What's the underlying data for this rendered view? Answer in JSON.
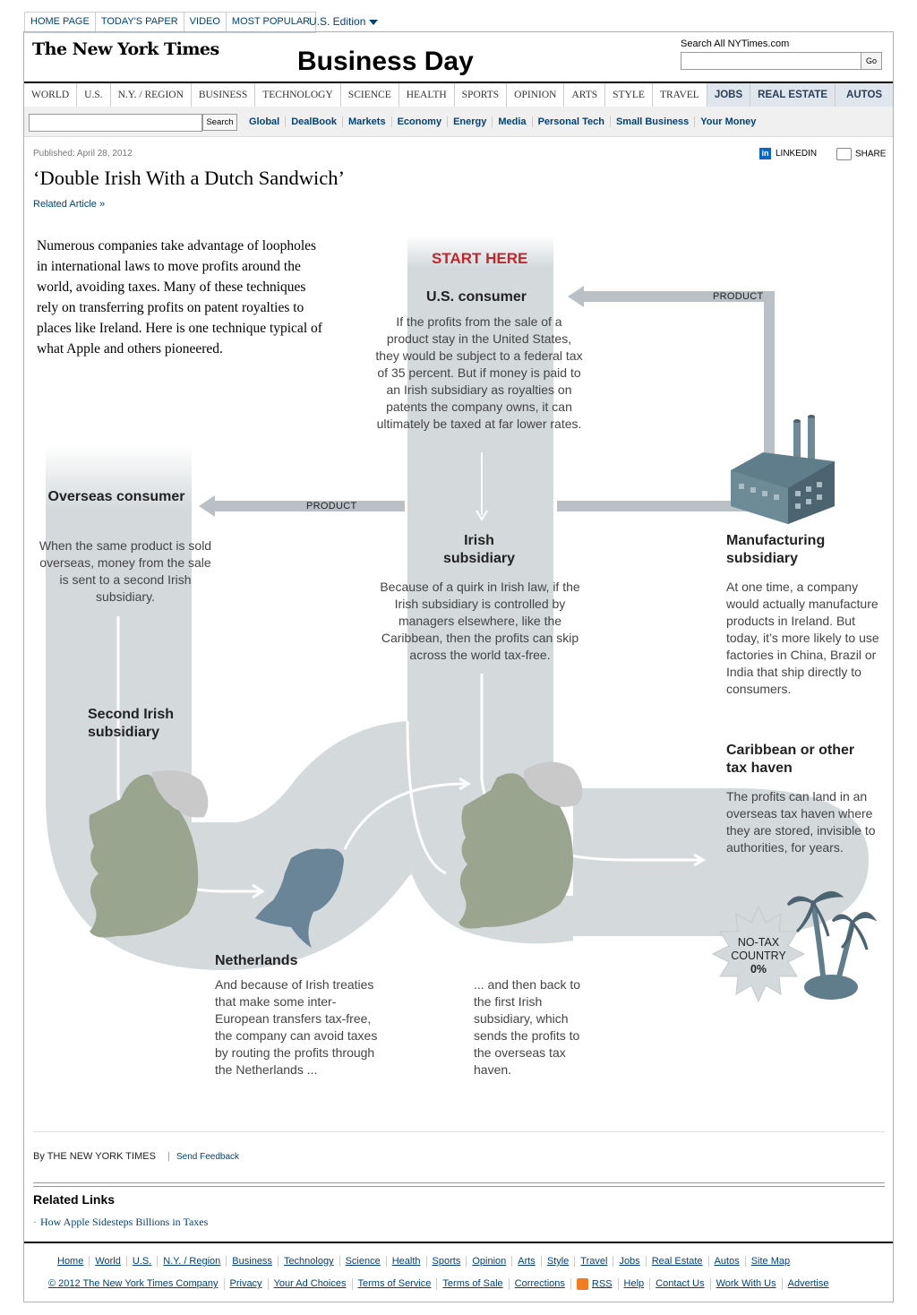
{
  "topnav": {
    "items": [
      "HOME PAGE",
      "TODAY'S PAPER",
      "VIDEO",
      "MOST POPULAR"
    ],
    "edition": "U.S. Edition"
  },
  "masthead": {
    "logo": "The New York Times",
    "section": "Business Day",
    "search_label": "Search All NYTimes.com",
    "search_value": "",
    "go_label": "Go"
  },
  "mainnav": {
    "items": [
      "WORLD",
      "U.S.",
      "N.Y. / REGION",
      "BUSINESS",
      "TECHNOLOGY",
      "SCIENCE",
      "HEALTH",
      "SPORTS",
      "OPINION",
      "ARTS",
      "STYLE",
      "TRAVEL"
    ],
    "classifieds": [
      "JOBS",
      "REAL ESTATE",
      "AUTOS"
    ],
    "active": "BUSINESS"
  },
  "subnav": {
    "search_button": "Search",
    "links": [
      "Global",
      "DealBook",
      "Markets",
      "Economy",
      "Energy",
      "Media",
      "Personal Tech",
      "Small Business",
      "Your Money"
    ]
  },
  "article": {
    "published": "Published: April 28, 2012",
    "linkedin": "LINKEDIN",
    "share": "SHARE",
    "headline": "‘Double Irish With a Dutch Sandwich’",
    "related_article": "Related Article »",
    "intro": "Numerous companies take advantage of loopholes in international laws to move profits around the world, avoiding taxes. Many of these techniques rely on transferring profits on patent royalties to places like Ireland. Here is one technique typical of what Apple and others pioneered."
  },
  "graphic": {
    "start_here": "START HERE",
    "us_consumer_title": "U.S. consumer",
    "us_consumer_body": "If the profits from the sale of a product stay in the United States, they would be subject to a federal tax of 35 percent. But if money is paid to an Irish subsidiary as royalties on patents the company owns, it can ultimately be taxed at far lower rates.",
    "product_label_1": "PRODUCT",
    "product_label_2": "PRODUCT",
    "overseas_title": "Overseas consumer",
    "overseas_body": "When the same product is sold overseas, money from the sale is sent to a second Irish subsidiary.",
    "irish_title": "Irish subsidiary",
    "irish_body": "Because of a quirk in Irish law, if the Irish subsidiary is controlled by managers elsewhere, like the Caribbean, then the profits can skip across the world tax-free.",
    "manuf_title": "Manufacturing subsidiary",
    "manuf_body": "At one time, a company would actually manufacture products in Ireland. But today, it’s more likely to use factories in China, Brazil or India that ship directly to consumers.",
    "second_title": "Second Irish subsidiary",
    "carib_title": "Caribbean or other tax haven",
    "carib_body": "The profits can land in an overseas tax haven where they are stored, invisible to authorities, for years.",
    "neth_title": "Netherlands",
    "neth_body": "And because of Irish treaties that make some inter-European transfers tax-free, the company can avoid taxes by routing the profits through the Netherlands ...",
    "back_body": "... and then back to the first Irish subsidiary, which sends the profits to the overseas tax haven.",
    "notax_line1": "NO-TAX",
    "notax_line2": "COUNTRY",
    "notax_rate": "0%",
    "colors": {
      "band": "#d4d9dc",
      "land_green": "#9aa590",
      "land_gray": "#c9c9c9",
      "netherlands": "#6b8598",
      "red": "#c0272d",
      "icon_slate": "#5f7d8a"
    }
  },
  "byline": {
    "by": "By THE NEW YORK TIMES",
    "feedback": "Send Feedback"
  },
  "related_links": {
    "title": "Related Links",
    "items": [
      "How Apple Sidesteps Billions in Taxes"
    ]
  },
  "footer": {
    "row1": [
      "Home",
      "World",
      "U.S.",
      "N.Y. / Region",
      "Business",
      "Technology",
      "Science",
      "Health",
      "Sports",
      "Opinion",
      "Arts",
      "Style",
      "Travel",
      "Jobs",
      "Real Estate",
      "Autos",
      "Site Map"
    ],
    "row2": [
      "© 2012 The New York Times Company",
      "Privacy",
      "Your Ad Choices",
      "Terms of Service",
      "Terms of Sale",
      "Corrections",
      "RSS",
      "Help",
      "Contact Us",
      "Work With Us",
      "Advertise"
    ]
  }
}
